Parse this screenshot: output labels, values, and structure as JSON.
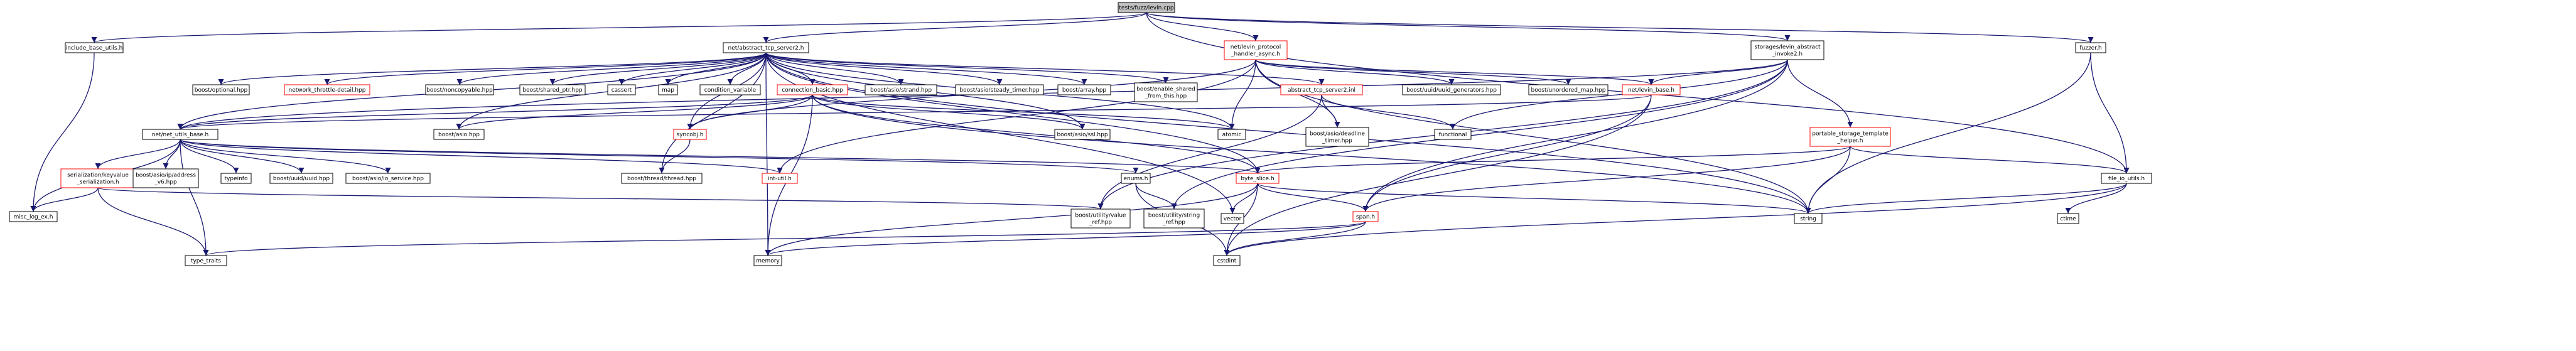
{
  "colors": {
    "edge": "#191970",
    "link_border": "#ff0000",
    "plain_border": "#000000",
    "root_fill": "#bfbfbf"
  },
  "nodes": [
    {
      "id": "root",
      "lines": [
        "tests/fuzz/levin.cpp"
      ],
      "style": "root"
    },
    {
      "id": "include_base_utils",
      "lines": [
        "include_base_utils.h"
      ],
      "style": "plain"
    },
    {
      "id": "abstract_tcp_server2_h",
      "lines": [
        "net/abstract_tcp_server2.h"
      ],
      "style": "plain"
    },
    {
      "id": "levin_protocol_handler_async",
      "lines": [
        "net/levin_protocol",
        "_handler_async.h"
      ],
      "style": "link"
    },
    {
      "id": "levin_abstract_invoke2",
      "lines": [
        "storages/levin_abstract",
        "_invoke2.h"
      ],
      "style": "plain"
    },
    {
      "id": "fuzzer_h",
      "lines": [
        "fuzzer.h"
      ],
      "style": "plain"
    },
    {
      "id": "boost_optional",
      "lines": [
        "boost/optional.hpp"
      ],
      "style": "plain"
    },
    {
      "id": "network_throttle_detail",
      "lines": [
        "network_throttle-detail.hpp"
      ],
      "style": "link"
    },
    {
      "id": "boost_noncopyable",
      "lines": [
        "boost/noncopyable.hpp"
      ],
      "style": "plain"
    },
    {
      "id": "boost_shared_ptr",
      "lines": [
        "boost/shared_ptr.hpp"
      ],
      "style": "plain"
    },
    {
      "id": "cassert",
      "lines": [
        "cassert"
      ],
      "style": "plain"
    },
    {
      "id": "map",
      "lines": [
        "map"
      ],
      "style": "plain"
    },
    {
      "id": "condition_variable",
      "lines": [
        "condition_variable"
      ],
      "style": "plain"
    },
    {
      "id": "connection_basic",
      "lines": [
        "connection_basic.hpp"
      ],
      "style": "link"
    },
    {
      "id": "boost_asio_strand",
      "lines": [
        "boost/asio/strand.hpp"
      ],
      "style": "plain"
    },
    {
      "id": "boost_asio_steady_timer",
      "lines": [
        "boost/asio/steady_timer.hpp"
      ],
      "style": "plain"
    },
    {
      "id": "boost_array",
      "lines": [
        "boost/array.hpp"
      ],
      "style": "plain"
    },
    {
      "id": "boost_enable_shared",
      "lines": [
        "boost/enable_shared",
        "_from_this.hpp"
      ],
      "style": "plain"
    },
    {
      "id": "abstract_tcp_server2_inl",
      "lines": [
        "abstract_tcp_server2.inl"
      ],
      "style": "link"
    },
    {
      "id": "boost_uuid_generators",
      "lines": [
        "boost/uuid/uuid_generators.hpp"
      ],
      "style": "plain"
    },
    {
      "id": "boost_unordered_map",
      "lines": [
        "boost/unordered_map.hpp"
      ],
      "style": "plain"
    },
    {
      "id": "levin_base",
      "lines": [
        "net/levin_base.h"
      ],
      "style": "link"
    },
    {
      "id": "portable_storage_template",
      "lines": [
        "portable_storage_template",
        "_helper.h"
      ],
      "style": "link"
    },
    {
      "id": "net_utils_base",
      "lines": [
        "net/net_utils_base.h"
      ],
      "style": "plain"
    },
    {
      "id": "boost_asio",
      "lines": [
        "boost/asio.hpp"
      ],
      "style": "plain"
    },
    {
      "id": "syncobj",
      "lines": [
        "syncobj.h"
      ],
      "style": "link"
    },
    {
      "id": "boost_asio_ssl",
      "lines": [
        "boost/asio/ssl.hpp"
      ],
      "style": "plain"
    },
    {
      "id": "atomic",
      "lines": [
        "atomic"
      ],
      "style": "plain"
    },
    {
      "id": "boost_asio_deadline_timer",
      "lines": [
        "boost/asio/deadline",
        "_timer.hpp"
      ],
      "style": "plain"
    },
    {
      "id": "functional",
      "lines": [
        "functional"
      ],
      "style": "plain"
    },
    {
      "id": "serialization_keyvalue",
      "lines": [
        "serialization/keyvalue",
        "_serialization.h"
      ],
      "style": "link"
    },
    {
      "id": "boost_asio_ip_address_v6",
      "lines": [
        "boost/asio/ip/address",
        "_v6.hpp"
      ],
      "style": "plain"
    },
    {
      "id": "typeinfo",
      "lines": [
        "typeinfo"
      ],
      "style": "plain"
    },
    {
      "id": "boost_uuid_uuid",
      "lines": [
        "boost/uuid/uuid.hpp"
      ],
      "style": "plain"
    },
    {
      "id": "boost_asio_io_service",
      "lines": [
        "boost/asio/io_service.hpp"
      ],
      "style": "plain"
    },
    {
      "id": "boost_thread_thread",
      "lines": [
        "boost/thread/thread.hpp"
      ],
      "style": "plain"
    },
    {
      "id": "int_util",
      "lines": [
        "int-util.h"
      ],
      "style": "link"
    },
    {
      "id": "enums_h",
      "lines": [
        "enums.h"
      ],
      "style": "plain"
    },
    {
      "id": "byte_slice",
      "lines": [
        "byte_slice.h"
      ],
      "style": "link"
    },
    {
      "id": "file_io_utils",
      "lines": [
        "file_io_utils.h"
      ],
      "style": "plain"
    },
    {
      "id": "misc_log_ex",
      "lines": [
        "misc_log_ex.h"
      ],
      "style": "plain"
    },
    {
      "id": "boost_utility_value_ref",
      "lines": [
        "boost/utility/value",
        "_ref.hpp"
      ],
      "style": "plain"
    },
    {
      "id": "boost_utility_string_ref",
      "lines": [
        "boost/utility/string",
        "_ref.hpp"
      ],
      "style": "plain"
    },
    {
      "id": "vector",
      "lines": [
        "vector"
      ],
      "style": "plain"
    },
    {
      "id": "span_h",
      "lines": [
        "span.h"
      ],
      "style": "link"
    },
    {
      "id": "string",
      "lines": [
        "string"
      ],
      "style": "plain"
    },
    {
      "id": "ctime",
      "lines": [
        "ctime"
      ],
      "style": "plain"
    },
    {
      "id": "type_traits",
      "lines": [
        "type_traits"
      ],
      "style": "plain"
    },
    {
      "id": "memory",
      "lines": [
        "memory"
      ],
      "style": "plain"
    },
    {
      "id": "cstdint",
      "lines": [
        "cstdint"
      ],
      "style": "plain"
    }
  ],
  "edges": [
    [
      "root",
      "include_base_utils"
    ],
    [
      "root",
      "abstract_tcp_server2_h"
    ],
    [
      "root",
      "levin_protocol_handler_async"
    ],
    [
      "root",
      "levin_abstract_invoke2"
    ],
    [
      "root",
      "fuzzer_h"
    ],
    [
      "root",
      "file_io_utils"
    ],
    [
      "include_base_utils",
      "misc_log_ex"
    ],
    [
      "abstract_tcp_server2_h",
      "boost_optional"
    ],
    [
      "abstract_tcp_server2_h",
      "network_throttle_detail"
    ],
    [
      "abstract_tcp_server2_h",
      "boost_noncopyable"
    ],
    [
      "abstract_tcp_server2_h",
      "boost_shared_ptr"
    ],
    [
      "abstract_tcp_server2_h",
      "cassert"
    ],
    [
      "abstract_tcp_server2_h",
      "map"
    ],
    [
      "abstract_tcp_server2_h",
      "condition_variable"
    ],
    [
      "abstract_tcp_server2_h",
      "connection_basic"
    ],
    [
      "abstract_tcp_server2_h",
      "boost_asio_strand"
    ],
    [
      "abstract_tcp_server2_h",
      "boost_asio_steady_timer"
    ],
    [
      "abstract_tcp_server2_h",
      "boost_array"
    ],
    [
      "abstract_tcp_server2_h",
      "boost_enable_shared"
    ],
    [
      "abstract_tcp_server2_h",
      "abstract_tcp_server2_inl"
    ],
    [
      "abstract_tcp_server2_h",
      "net_utils_base"
    ],
    [
      "abstract_tcp_server2_h",
      "boost_asio"
    ],
    [
      "abstract_tcp_server2_h",
      "syncobj"
    ],
    [
      "abstract_tcp_server2_h",
      "atomic"
    ],
    [
      "abstract_tcp_server2_h",
      "boost_asio_ssl"
    ],
    [
      "abstract_tcp_server2_h",
      "boost_thread_thread"
    ],
    [
      "abstract_tcp_server2_h",
      "memory"
    ],
    [
      "abstract_tcp_server2_h",
      "byte_slice"
    ],
    [
      "abstract_tcp_server2_h",
      "string"
    ],
    [
      "abstract_tcp_server2_h",
      "vector"
    ],
    [
      "levin_protocol_handler_async",
      "boost_uuid_generators"
    ],
    [
      "levin_protocol_handler_async",
      "boost_unordered_map"
    ],
    [
      "levin_protocol_handler_async",
      "levin_base"
    ],
    [
      "levin_protocol_handler_async",
      "syncobj"
    ],
    [
      "levin_protocol_handler_async",
      "atomic"
    ],
    [
      "levin_protocol_handler_async",
      "boost_asio_deadline_timer"
    ],
    [
      "levin_protocol_handler_async",
      "int_util"
    ],
    [
      "levin_protocol_handler_async",
      "string"
    ],
    [
      "levin_abstract_invoke2",
      "portable_storage_template"
    ],
    [
      "levin_abstract_invoke2",
      "levin_base"
    ],
    [
      "levin_abstract_invoke2",
      "functional"
    ],
    [
      "levin_abstract_invoke2",
      "boost_utility_value_ref"
    ],
    [
      "levin_abstract_invoke2",
      "boost_utility_string_ref"
    ],
    [
      "levin_abstract_invoke2",
      "span_h"
    ],
    [
      "levin_abstract_invoke2",
      "net_utils_base"
    ],
    [
      "fuzzer_h",
      "file_io_utils"
    ],
    [
      "fuzzer_h",
      "string"
    ],
    [
      "connection_basic",
      "net_utils_base"
    ],
    [
      "connection_basic",
      "boost_asio"
    ],
    [
      "connection_basic",
      "syncobj"
    ],
    [
      "connection_basic",
      "boost_asio_ssl"
    ],
    [
      "connection_basic",
      "atomic"
    ],
    [
      "connection_basic",
      "memory"
    ],
    [
      "connection_basic",
      "string"
    ],
    [
      "connection_basic",
      "byte_slice"
    ],
    [
      "abstract_tcp_server2_inl",
      "boost_asio_deadline_timer"
    ],
    [
      "abstract_tcp_server2_inl",
      "functional"
    ],
    [
      "abstract_tcp_server2_inl",
      "boost_utility_value_ref"
    ],
    [
      "levin_base",
      "net_utils_base"
    ],
    [
      "levin_base",
      "span_h"
    ],
    [
      "levin_base",
      "cstdint"
    ],
    [
      "portable_storage_template",
      "byte_slice"
    ],
    [
      "portable_storage_template",
      "span_h"
    ],
    [
      "portable_storage_template",
      "file_io_utils"
    ],
    [
      "portable_storage_template",
      "string"
    ],
    [
      "net_utils_base",
      "serialization_keyvalue"
    ],
    [
      "net_utils_base",
      "boost_asio_ip_address_v6"
    ],
    [
      "net_utils_base",
      "typeinfo"
    ],
    [
      "net_utils_base",
      "boost_uuid_uuid"
    ],
    [
      "net_utils_base",
      "boost_asio_io_service"
    ],
    [
      "net_utils_base",
      "type_traits"
    ],
    [
      "net_utils_base",
      "misc_log_ex"
    ],
    [
      "net_utils_base",
      "int_util"
    ],
    [
      "net_utils_base",
      "enums_h"
    ],
    [
      "net_utils_base",
      "byte_slice"
    ],
    [
      "syncobj",
      "boost_thread_thread"
    ],
    [
      "serialization_keyvalue",
      "misc_log_ex"
    ],
    [
      "serialization_keyvalue",
      "type_traits"
    ],
    [
      "serialization_keyvalue",
      "boost_utility_value_ref"
    ],
    [
      "enums_h",
      "boost_utility_string_ref"
    ],
    [
      "enums_h",
      "cstdint"
    ],
    [
      "byte_slice",
      "vector"
    ],
    [
      "byte_slice",
      "span_h"
    ],
    [
      "byte_slice",
      "string"
    ],
    [
      "byte_slice",
      "memory"
    ],
    [
      "byte_slice",
      "cstdint"
    ],
    [
      "span_h",
      "memory"
    ],
    [
      "span_h",
      "cstdint"
    ],
    [
      "span_h",
      "type_traits"
    ],
    [
      "file_io_utils",
      "string"
    ],
    [
      "file_io_utils",
      "ctime"
    ],
    [
      "file_io_utils",
      "cstdint"
    ]
  ]
}
